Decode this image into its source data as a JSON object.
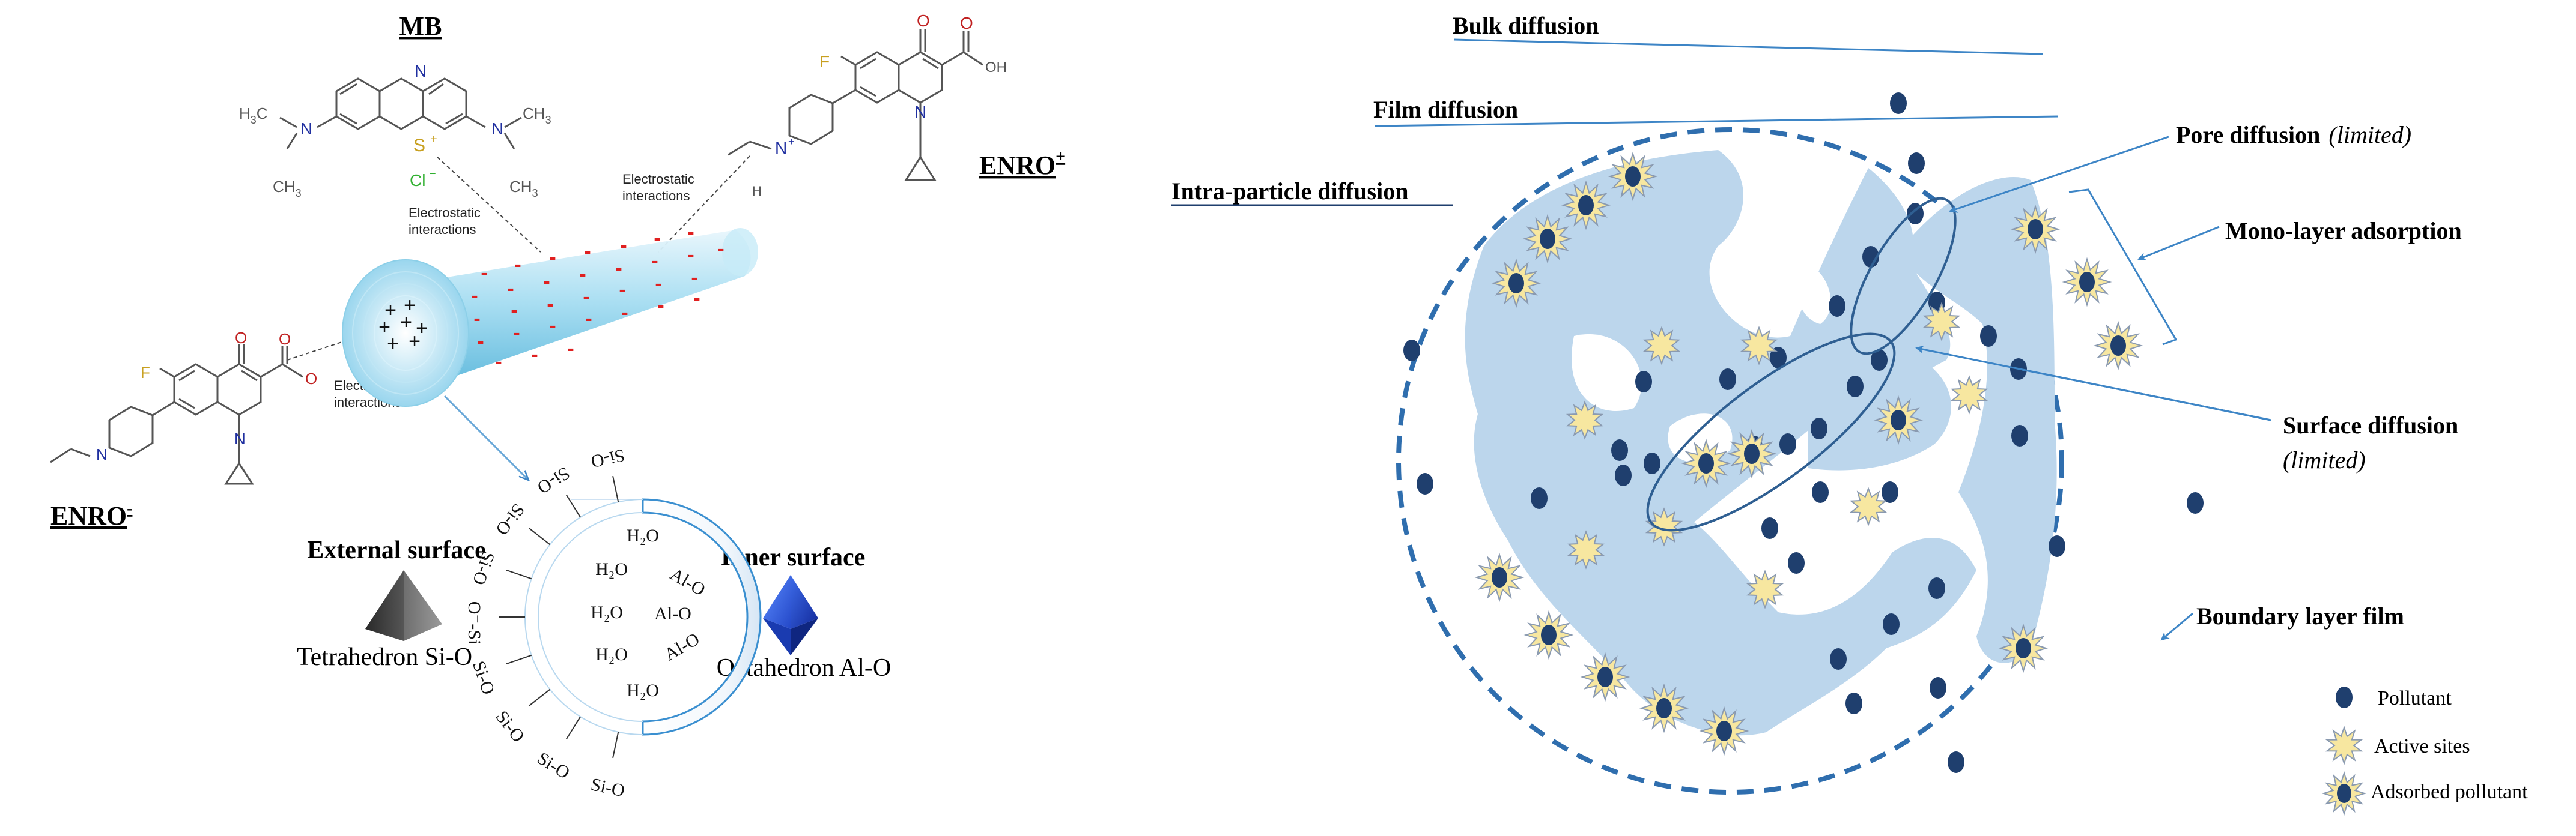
{
  "left": {
    "mb_label": "MB",
    "enro_plus": {
      "base": "ENRO",
      "sup": "+"
    },
    "enro_minus": {
      "base": "ENRO",
      "sup": "-"
    },
    "electrostatic": [
      "Electrostatic",
      "interactions"
    ],
    "chem": {
      "n": "N",
      "s_plus": "S",
      "plus": "+",
      "cl": "Cl",
      "minus": "−",
      "me": "CH",
      "sub3": "3",
      "h3c": "H",
      "c_sub": "C",
      "f": "F",
      "o": "O",
      "oh": "OH",
      "h": "H"
    },
    "cylinder_signs": {
      "plus": "+",
      "minus": "-"
    },
    "external_surface": "External surface",
    "inner_surface": "Inner surface",
    "tetrahedron": "Tetrahedron Si-O",
    "octahedron": "Octahedron Al-O",
    "water": "H₂O",
    "al_o": "Al-O",
    "si_o": "Si-O",
    "si_o_neg": "O⁻-Si",
    "colors": {
      "cylinder_light": "#e8f6fc",
      "cylinder_mid": "#8fd3ec",
      "cylinder_dark": "#5cb8dc",
      "neg_sign": "#e02020",
      "tetra_dark": "#2e2e2e",
      "tetra_light": "#7a7a7a",
      "octa_dark": "#1a3bb0",
      "octa_light": "#4f7fff",
      "arc_border": "#3a8fd0",
      "chem_line": "#555555",
      "f_color": "#c8a020",
      "o_color": "#c02020",
      "n_color": "#2030a0"
    }
  },
  "right": {
    "bulk_diffusion": "Bulk diffusion",
    "film_diffusion": "Film diffusion",
    "intra_particle": "Intra-particle diffusion",
    "pore_diffusion": "Pore diffusion",
    "limited": "(limited)",
    "mono_layer": "Mono-layer adsorption",
    "surface_diffusion": "Surface diffusion",
    "boundary_layer": "Boundary layer film",
    "legend": {
      "pollutant": "Pollutant",
      "active_sites": "Active sites",
      "adsorbed": "Adsorbed pollutant"
    },
    "colors": {
      "particle_fill": "#bcd6ec",
      "circle_stroke": "#2f6eae",
      "pollutant": "#1f3f6e",
      "star_fill": "#f7e7a0",
      "star_stroke": "#8a9ab0",
      "line": "#3d85c6"
    }
  }
}
